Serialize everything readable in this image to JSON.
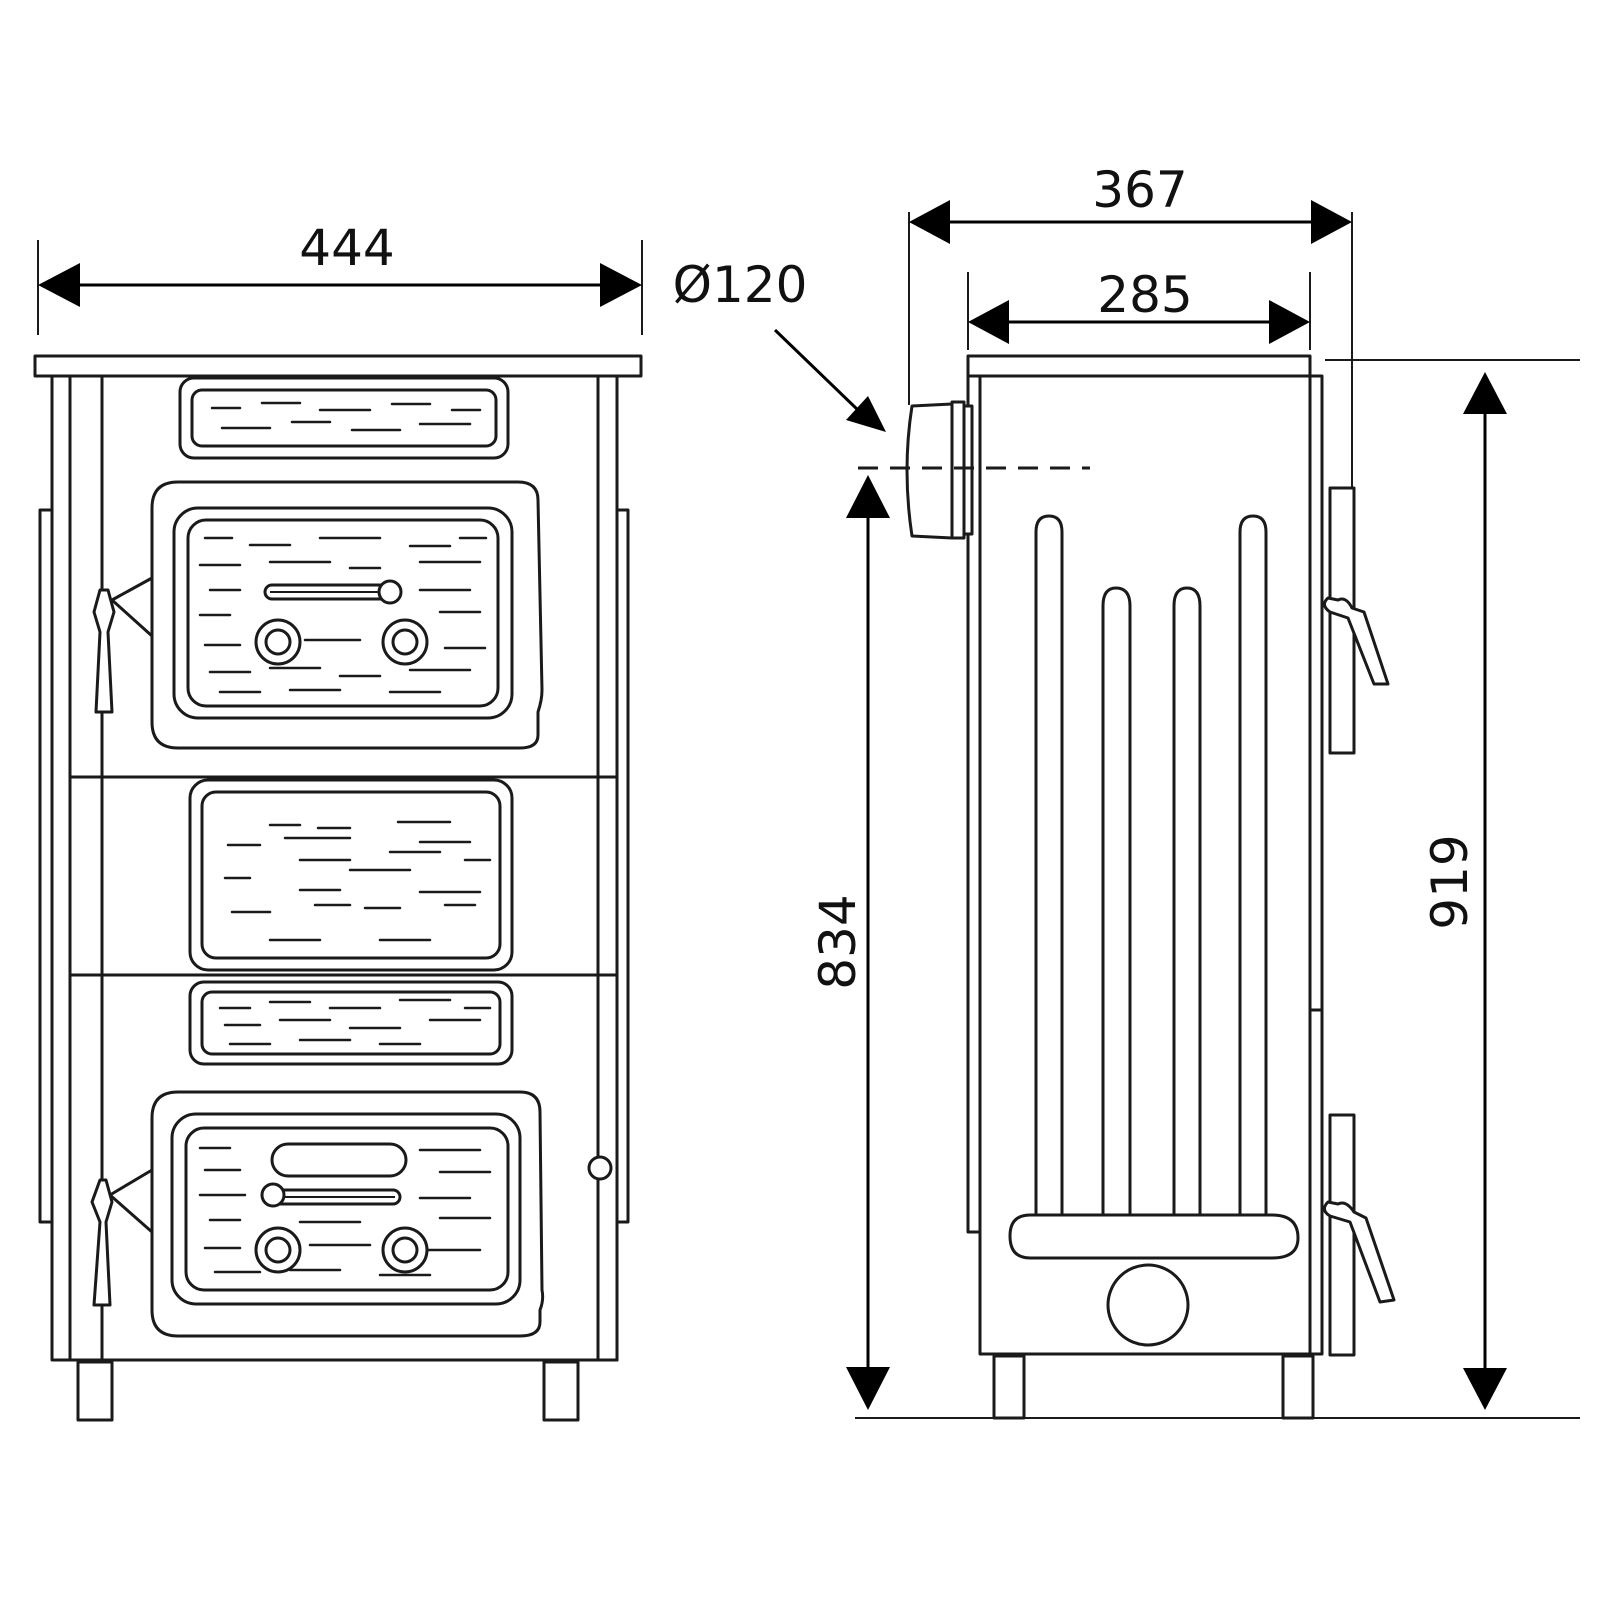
{
  "front_view": {
    "width_label": "444"
  },
  "side_view": {
    "outer_depth_label": "367",
    "body_depth_label": "285",
    "flue_diameter_label": "Ø120",
    "flue_height_label": "834",
    "total_height_label": "919"
  },
  "colors": {
    "line": "#1a1a1a",
    "background": "#ffffff"
  }
}
